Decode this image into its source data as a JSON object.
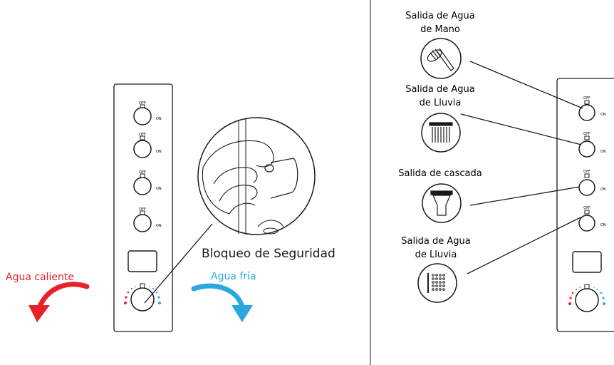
{
  "left_panel": {
    "valve_labels": [
      {
        "off": "OFF",
        "on": "ON"
      },
      {
        "off": "OFF",
        "on": "ON"
      },
      {
        "off": "OFF",
        "on": "ON"
      },
      {
        "off": "OFF",
        "on": "ON"
      }
    ],
    "hot_label": "Agua caliente",
    "cold_label": "Agua fría",
    "lock_label": "Bloqueo de Seguridad"
  },
  "right_panel": {
    "outlets": [
      {
        "label_line1": "Salida de Agua",
        "label_line2": "de Mano",
        "icon": "hand-shower-icon"
      },
      {
        "label_line1": "Salida de Agua",
        "label_line2": "de Lluvia",
        "icon": "rain-shower-icon"
      },
      {
        "label_line1": "Salida de cascada",
        "label_line2": "",
        "icon": "waterfall-icon"
      },
      {
        "label_line1": "Salida de Agua",
        "label_line2": "de Lluvia",
        "icon": "body-jets-icon"
      }
    ],
    "valve_labels": [
      {
        "off": "OFF",
        "on": "ON"
      },
      {
        "off": "OFF",
        "on": "ON"
      },
      {
        "off": "OFF",
        "on": "ON"
      },
      {
        "off": "OFF",
        "on": "ON"
      }
    ]
  },
  "colors": {
    "hot": "#e8202a",
    "cold": "#2aa7e0",
    "line": "#1a1a1a"
  }
}
